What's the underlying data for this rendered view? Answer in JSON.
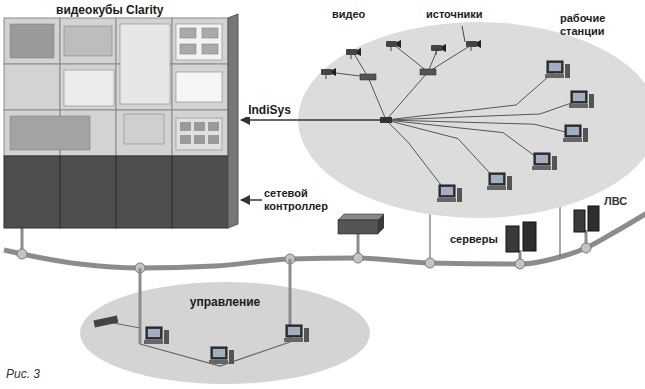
{
  "diagram": {
    "caption": "Рис. 3",
    "nodes": [
      {
        "text": [
          "видеокубы Clarity"
        ]
      },
      {
        "text": [
          "видео",
          "источники",
          "рабочие станции"
        ]
      },
      {
        "text": [
          "сетевой контроллер"
        ]
      },
      {
        "text": [
          "серверы"
        ]
      },
      {
        "text": [
          "управление"
        ]
      }
    ],
    "edges": [
      {
        "from": 1,
        "to": 0,
        "arrow": "to",
        "label": "IndiSys"
      },
      {
        "from": 2,
        "to": 0,
        "arrow": "to"
      }
    ],
    "labels": [
      "ЛВС"
    ]
  }
}
